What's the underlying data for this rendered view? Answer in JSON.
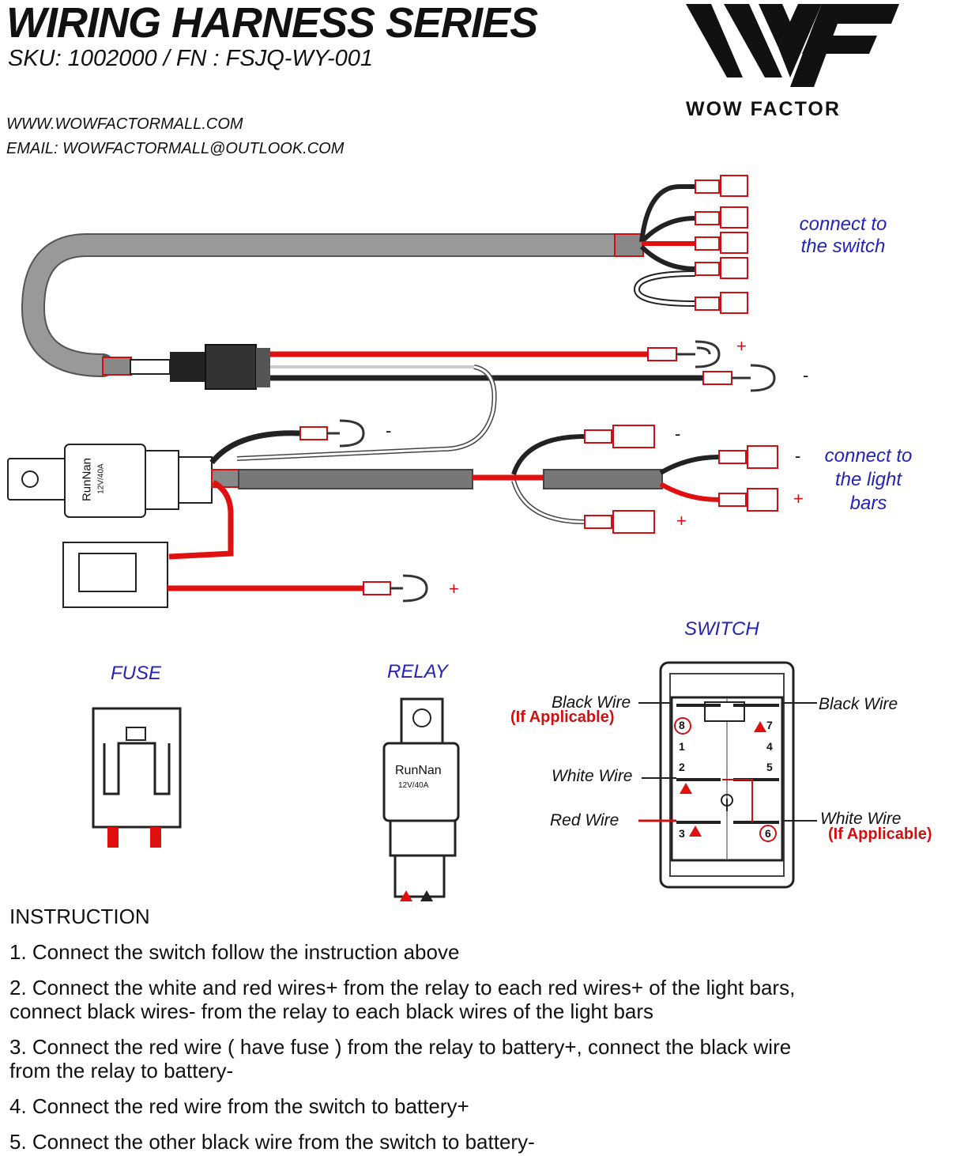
{
  "header": {
    "title": "WIRING HARNESS SERIES",
    "sku": "SKU: 1002000 / FN : FSJQ-WY-001",
    "website": "WWW.WOWFACTORMALL.COM",
    "email": "EMAIL: WOWFACTORMALL@OUTLOOK.COM"
  },
  "logo": {
    "mark": "WF",
    "brand": "WOW FACTOR"
  },
  "harness": {
    "connect_switch": [
      "connect to",
      "the switch"
    ],
    "connect_light_bars": [
      "connect to",
      "the light",
      "bars"
    ],
    "signs": {
      "plus": "+",
      "minus": "-"
    },
    "relay_brand": "RunNan",
    "relay_rating": "12V/40A"
  },
  "parts": {
    "fuse_title": "FUSE",
    "relay_title": "RELAY",
    "switch_title": "SWITCH"
  },
  "switch": {
    "black_wire_left": "Black Wire",
    "if_applicable": "(If Applicable)",
    "white_wire_left": "White Wire",
    "red_wire": "Red Wire",
    "black_wire_right": "Black Wire",
    "white_wire_right": "White Wire",
    "pins": [
      "8",
      "1",
      "2",
      "3",
      "7",
      "4",
      "5",
      "6"
    ]
  },
  "instructions": {
    "heading": "INSTRUCTION",
    "step1": "1. Connect the switch follow the instruction above",
    "step2a": "2. Connect the white and red wires+ from the relay to each red wires+ of the light bars,",
    "step2b": "connect black wires- from the relay to each black wires of the light bars",
    "step3a": "3. Connect the red wire ( have fuse ) from the relay to battery+, connect the black wire",
    "step3b": "from the relay to battery-",
    "step4": "4. Connect the red wire from the switch to battery+",
    "step5": "5. Connect the other black wire from the switch to battery-"
  },
  "colors": {
    "red_wire": "#e01010",
    "black_wire": "#222222",
    "sheath": "#8c8c8c",
    "blue_text": "#2323b8",
    "accent_red": "#d01010"
  }
}
